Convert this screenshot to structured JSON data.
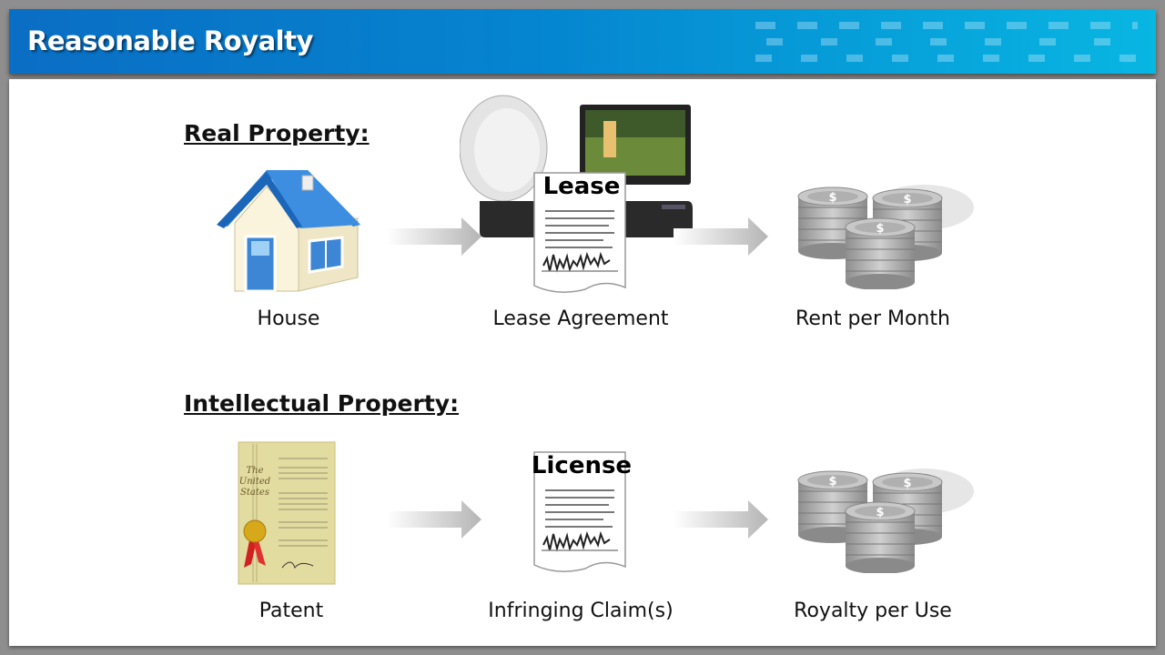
{
  "title": "Reasonable Royalty",
  "sections": [
    {
      "heading": "Real Property:",
      "items": [
        {
          "label": "House",
          "icon": "house-icon"
        },
        {
          "label": "Lease Agreement",
          "icon": "lease-document-icon",
          "doc_title": "Lease"
        },
        {
          "label": "Rent per Month",
          "icon": "coins-icon"
        }
      ]
    },
    {
      "heading": "Intellectual Property:",
      "items": [
        {
          "label": "Patent",
          "icon": "patent-icon"
        },
        {
          "label": "Infringing Claim(s)",
          "icon": "license-document-icon",
          "doc_title": "License"
        },
        {
          "label": "Royalty per Use",
          "icon": "coins-icon"
        }
      ]
    }
  ],
  "colors": {
    "title_bar": "#0a6ec4",
    "house_roof": "#2a7fd4"
  }
}
